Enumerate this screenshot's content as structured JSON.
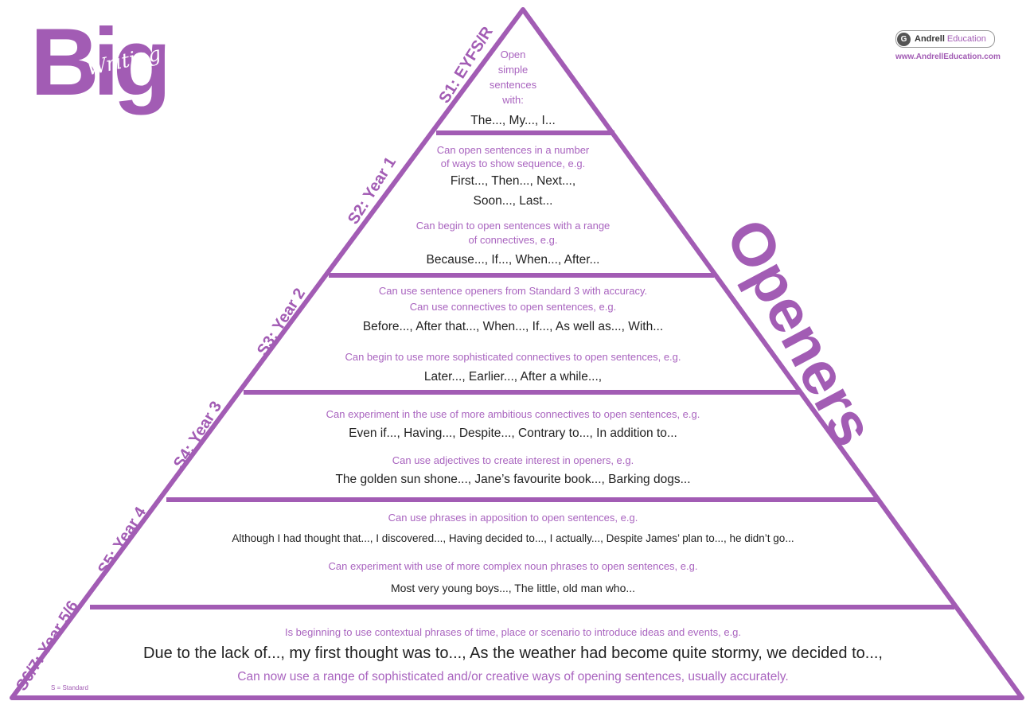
{
  "logo": {
    "big": "Big",
    "writing": "Writing"
  },
  "brand": {
    "badge": "G",
    "name": "Andrell",
    "education": "Education",
    "url": "www.AndrellEducation.com"
  },
  "title": "Openers",
  "legend": "S = Standard",
  "colors": {
    "purple": "#a25cb4",
    "light_purple": "#a964bf",
    "text": "#222222"
  },
  "levels": [
    {
      "label": "S1: EYFS/R",
      "intro": [
        "Open",
        "simple",
        "sentences",
        "with:"
      ],
      "examples": "The..., My..., I..."
    },
    {
      "label": "S2: Year 1",
      "line1": "Can open sentences in a number",
      "line2": "of ways to show sequence, e.g.",
      "ex1": "First..., Then..., Next...,",
      "ex2": "Soon..., Last...",
      "line3": "Can begin to open sentences with a range",
      "line4": "of connectives, e.g.",
      "ex3": "Because..., If..., When..., After..."
    },
    {
      "label": "S3: Year 2",
      "line1": "Can use sentence openers from Standard 3 with accuracy.",
      "line2": "Can use connectives to open sentences, e.g.",
      "ex1": "Before..., After that..., When..., If..., As well as..., With...",
      "line3": "Can begin to use more sophisticated connectives to open sentences, e.g.",
      "ex2": "Later..., Earlier..., After a while...,"
    },
    {
      "label": "S4: Year 3",
      "line1": "Can experiment in the use of more ambitious connectives to open sentences, e.g.",
      "ex1": "Even if..., Having..., Despite..., Contrary to..., In addition to...",
      "line2": "Can use adjectives to create interest in openers, e.g.",
      "ex2": "The golden sun shone..., Jane’s favourite book..., Barking dogs..."
    },
    {
      "label": "S5: Year 4",
      "line1": "Can use phrases in apposition to open sentences, e.g.",
      "ex1": "Although I had thought that..., I discovered..., Having decided to..., I actually..., Despite James’ plan to..., he didn’t go...",
      "line2": "Can experiment with use of more complex noun phrases to open sentences, e.g.",
      "ex2": "Most very young boys..., The little, old man who..."
    },
    {
      "label": "S6/7: Year 5/6",
      "line1": "Is beginning to use contextual phrases of time, place or scenario to introduce ideas and events, e.g.",
      "ex1": "Due to the lack of..., my first thought was to..., As the weather had become quite stormy, we decided to...,",
      "line2": "Can now use a range of sophisticated and/or creative ways of opening sentences, usually accurately."
    }
  ]
}
